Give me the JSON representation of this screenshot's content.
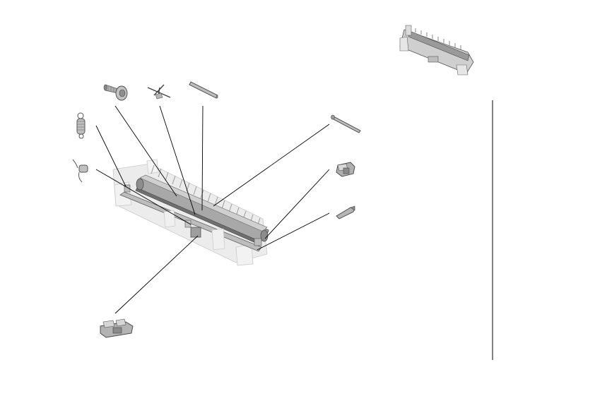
{
  "diagram": {
    "kind": "exploded-parts-view",
    "colors": {
      "background": "#ffffff",
      "leader_line": "#000000",
      "part_fill": "#b9b9b9",
      "part_dark": "#7d7d7d",
      "part_light": "#e4e4e4",
      "frame_ghost": "#dcdcdc",
      "divider": "#000000"
    },
    "parts": [
      {
        "id": "overview-assembly",
        "shape": "assembly"
      },
      {
        "id": "screw",
        "shape": "screw"
      },
      {
        "id": "cross-clip",
        "shape": "clip"
      },
      {
        "id": "short-shaft",
        "shape": "shaft"
      },
      {
        "id": "long-shaft",
        "shape": "shaft"
      },
      {
        "id": "extension-spring",
        "shape": "spring"
      },
      {
        "id": "torsion-spring",
        "shape": "spring"
      },
      {
        "id": "bracket",
        "shape": "block"
      },
      {
        "id": "lever",
        "shape": "lever"
      },
      {
        "id": "guide-block",
        "shape": "block"
      },
      {
        "id": "main-assembly",
        "shape": "assembly"
      }
    ]
  }
}
